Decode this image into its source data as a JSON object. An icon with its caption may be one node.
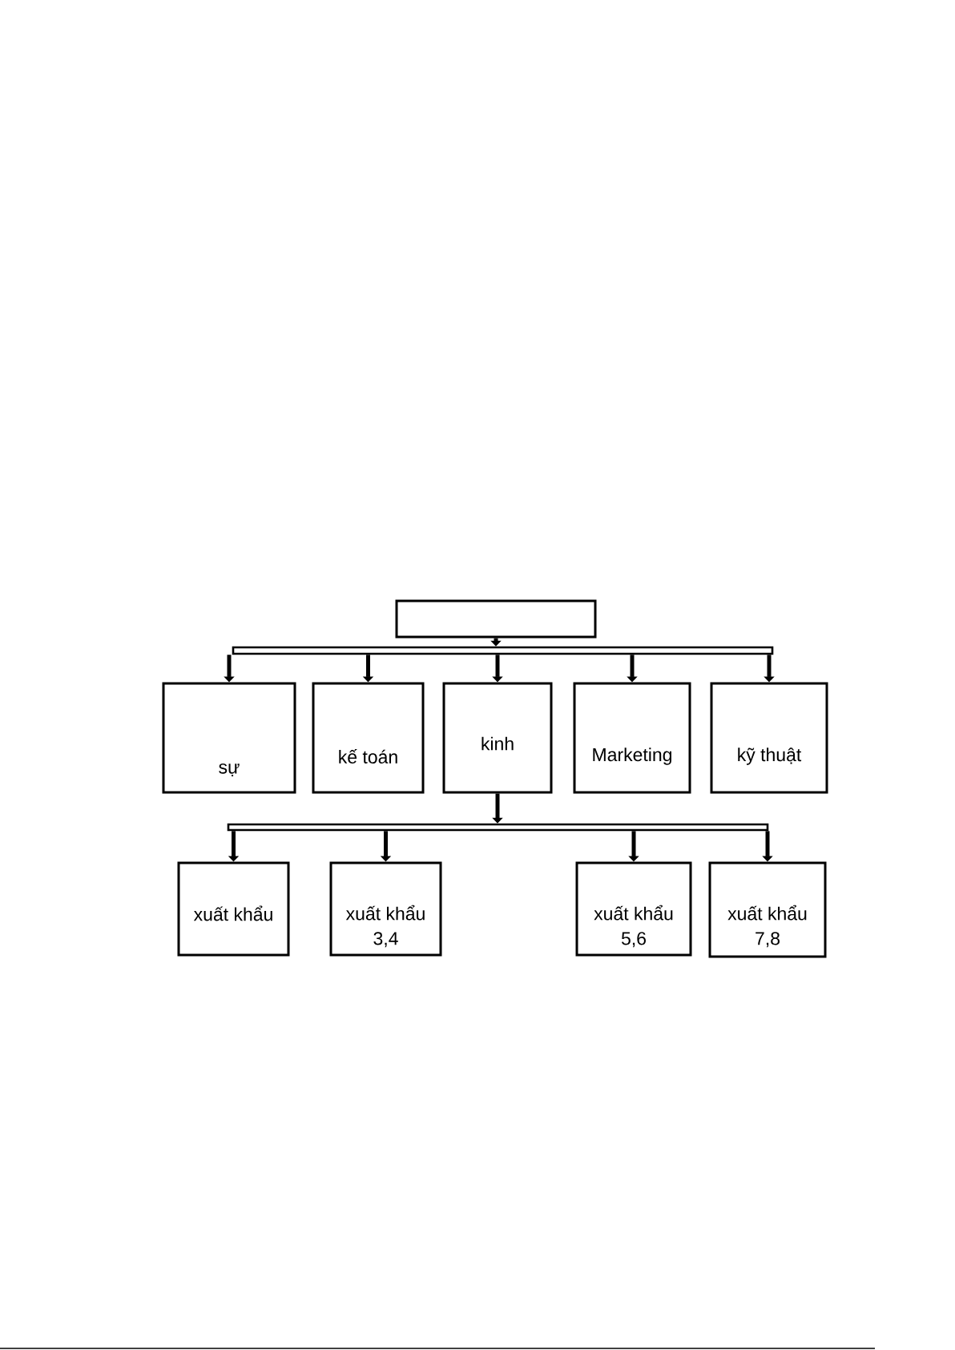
{
  "diagram": {
    "nodes": [
      {
        "text": [],
        "shape": "box"
      },
      {
        "text": [],
        "shape": "bar"
      },
      {
        "text": [
          "sự"
        ]
      },
      {
        "text": [
          "kế toán"
        ]
      },
      {
        "text": [
          "kinh"
        ]
      },
      {
        "text": [
          "Marketing"
        ]
      },
      {
        "text": [
          "kỹ thuật"
        ]
      },
      {
        "text": [],
        "shape": "bar"
      },
      {
        "text": [
          "xuất khẩu"
        ]
      },
      {
        "text": [
          "xuất khẩu 3,4"
        ]
      },
      {
        "text": [
          "xuất khẩu 5,6"
        ]
      },
      {
        "text": [
          "xuất khẩu 7,8"
        ]
      }
    ],
    "edges": [
      {
        "from": 0,
        "to": 1,
        "arrow": "to"
      },
      {
        "from": 1,
        "to": 2,
        "arrow": "to"
      },
      {
        "from": 1,
        "to": 3,
        "arrow": "to"
      },
      {
        "from": 1,
        "to": 4,
        "arrow": "to"
      },
      {
        "from": 1,
        "to": 5,
        "arrow": "to"
      },
      {
        "from": 1,
        "to": 6,
        "arrow": "to"
      },
      {
        "from": 4,
        "to": 7,
        "arrow": "to"
      },
      {
        "from": 7,
        "to": 8,
        "arrow": "to"
      },
      {
        "from": 7,
        "to": 9,
        "arrow": "to"
      },
      {
        "from": 7,
        "to": 10,
        "arrow": "to"
      },
      {
        "from": 7,
        "to": 11,
        "arrow": "to"
      }
    ]
  }
}
